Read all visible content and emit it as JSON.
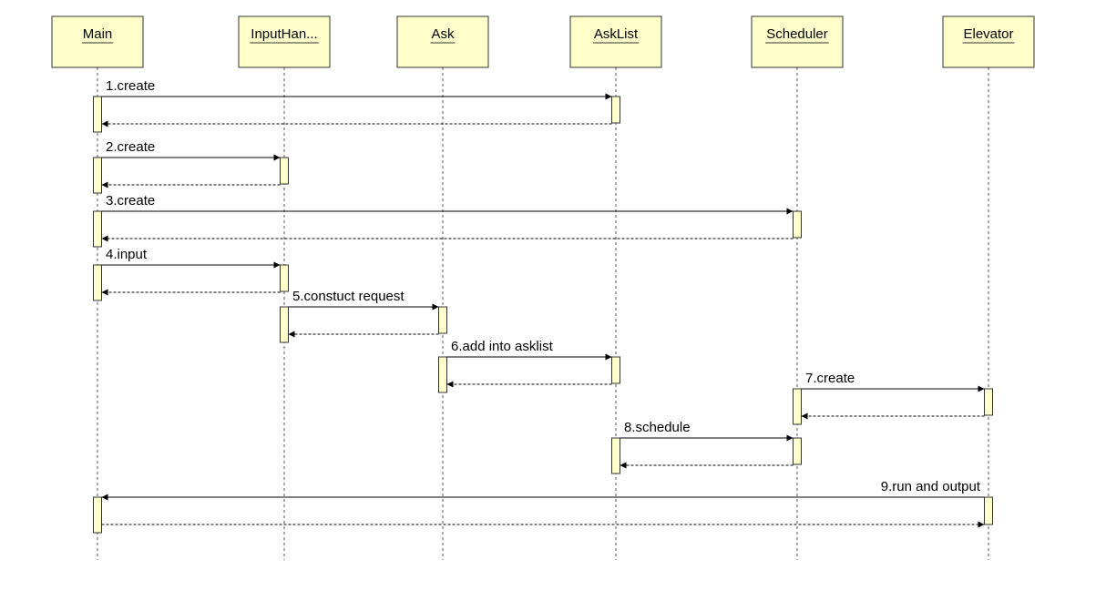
{
  "lifelines": [
    {
      "id": "main",
      "name": "Main"
    },
    {
      "id": "input",
      "name": "InputHan..."
    },
    {
      "id": "ask",
      "name": "Ask"
    },
    {
      "id": "asklist",
      "name": "AskList"
    },
    {
      "id": "scheduler",
      "name": "Scheduler"
    },
    {
      "id": "elevator",
      "name": "Elevator"
    }
  ],
  "messages": [
    {
      "label": "1.create",
      "from": "main",
      "to": "asklist"
    },
    {
      "label": "2.create",
      "from": "main",
      "to": "input"
    },
    {
      "label": "3.create",
      "from": "main",
      "to": "scheduler"
    },
    {
      "label": "4.input",
      "from": "main",
      "to": "input"
    },
    {
      "label": "5.constuct request",
      "from": "input",
      "to": "ask"
    },
    {
      "label": "6.add into asklist",
      "from": "ask",
      "to": "asklist"
    },
    {
      "label": "7.create",
      "from": "scheduler",
      "to": "elevator"
    },
    {
      "label": "8.schedule",
      "from": "asklist",
      "to": "scheduler"
    },
    {
      "label": "9.run and output",
      "from": "elevator",
      "to": "main"
    }
  ],
  "colors": {
    "box_fill": "#ffffcc",
    "stroke": "#333333"
  }
}
